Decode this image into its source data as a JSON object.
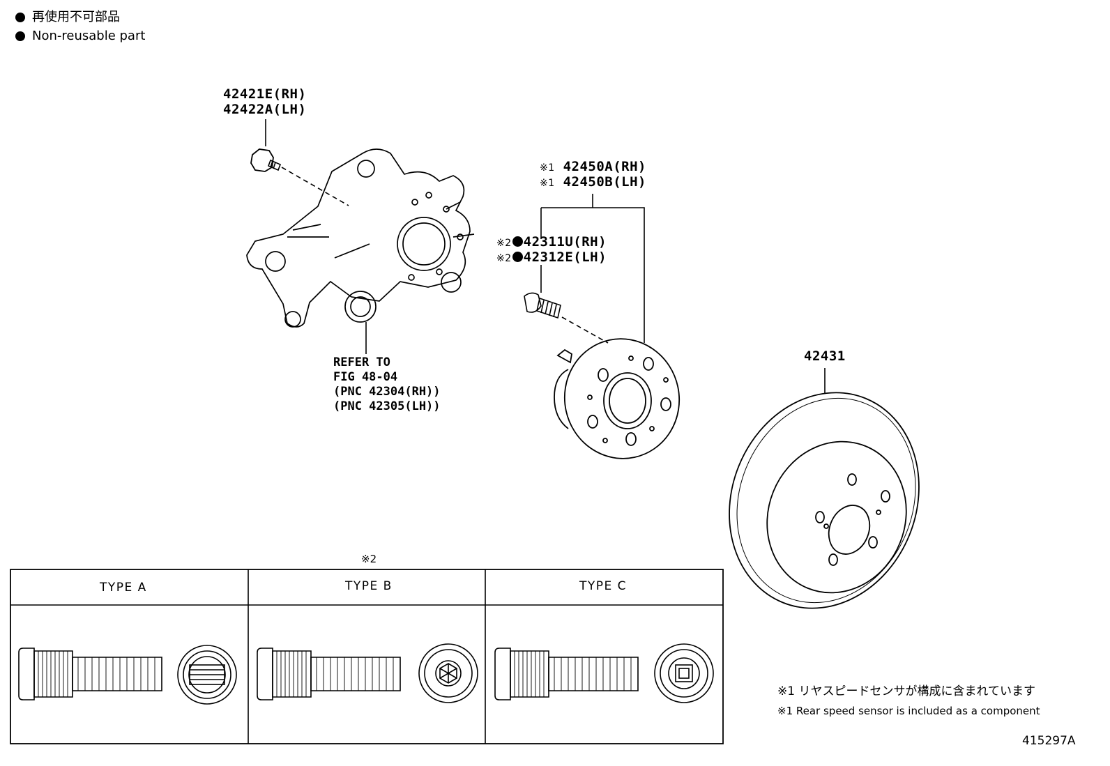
{
  "legend": {
    "items": [
      {
        "text_jp": "再使用不可部品"
      },
      {
        "text_en": "Non-reusable part"
      }
    ]
  },
  "callouts": {
    "bolt_top": {
      "line1": "42421E(RH)",
      "line2": "42422A(LH)"
    },
    "hub": {
      "ref": "※1",
      "line1": "42450A(RH)",
      "line2": "42450B(LH)"
    },
    "hub_bolt": {
      "ref": "※2",
      "line1": "42311U(RH)",
      "line2": "42312E(LH)"
    },
    "knuckle_refer": {
      "line1": "REFER TO",
      "line2": "FIG 48-04",
      "line3": "(PNC 42304(RH))",
      "line4": "(PNC 42305(LH))"
    },
    "disc": {
      "label": "42431"
    }
  },
  "types_table": {
    "ref": "※2",
    "headers": [
      "TYPE A",
      "TYPE B",
      "TYPE C"
    ]
  },
  "notes": {
    "jp": "※1 リヤスピードセンサが構成に含まれています",
    "en": "※1 Rear speed sensor is included as a component"
  },
  "figure_id": "415297A"
}
